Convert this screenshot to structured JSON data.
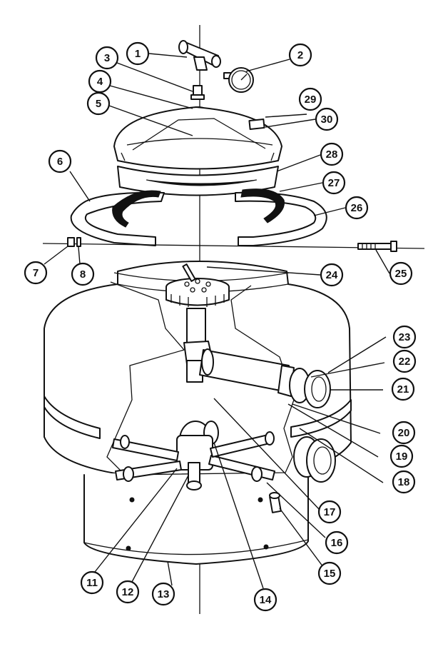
{
  "callouts": [
    {
      "n": "1"
    },
    {
      "n": "2"
    },
    {
      "n": "3"
    },
    {
      "n": "4"
    },
    {
      "n": "5"
    },
    {
      "n": "6"
    },
    {
      "n": "7"
    },
    {
      "n": "8"
    },
    {
      "n": "11"
    },
    {
      "n": "12"
    },
    {
      "n": "13"
    },
    {
      "n": "14"
    },
    {
      "n": "15"
    },
    {
      "n": "16"
    },
    {
      "n": "17"
    },
    {
      "n": "18"
    },
    {
      "n": "19"
    },
    {
      "n": "20"
    },
    {
      "n": "21"
    },
    {
      "n": "22"
    },
    {
      "n": "23"
    },
    {
      "n": "24"
    },
    {
      "n": "25"
    },
    {
      "n": "26"
    },
    {
      "n": "27"
    },
    {
      "n": "28"
    },
    {
      "n": "29"
    },
    {
      "n": "30"
    }
  ]
}
